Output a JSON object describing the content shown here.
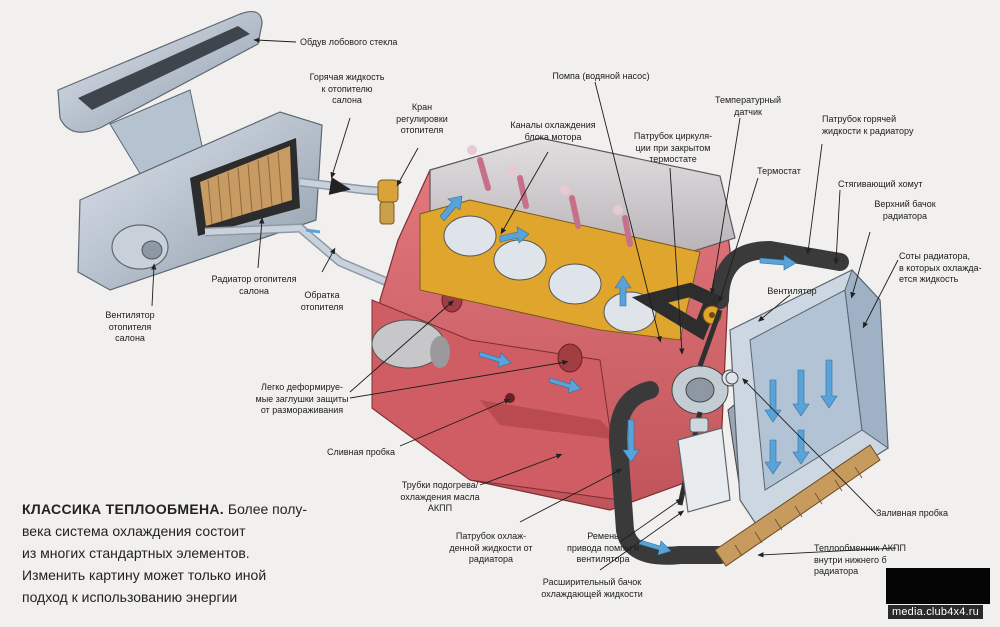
{
  "labels": {
    "windshield_vent": "Обдув лобового стекла",
    "hot_coolant_to_heater": "Горячая жидкость\nк отопителю\nсалона",
    "heater_valve": "Кран\nрегулировки\nотопителя",
    "block_channels": "Каналы охлаждения\nблока мотора",
    "water_pump": "Помпа (водяной насос)",
    "temp_sensor": "Температурный\nдатчик",
    "bypass_pipe": "Патрубок циркуля-\nции при закрытом\nтермостате",
    "thermostat": "Термостат",
    "hot_pipe_to_radiator": "Патрубок горячей\nжидкости к радиатору",
    "hose_clamp": "Стягивающий хомут",
    "upper_tank": "Верхний бачок\nрадиатора",
    "radiator_core": "Соты радиатора,\nв которых охлажда-\nется жидкость",
    "fan": "Вентилятор",
    "heater_radiator": "Радиатор отопителя\nсалона",
    "heater_return": "Обратка\nотопителя",
    "heater_fan": "Вентилятор\nотопителя\nсалона",
    "freeze_plugs": "Легко деформируе-\nмые заглушки защиты\nот размораживания",
    "drain_plug": "Сливная пробка",
    "transmission_oil_tubes": "Трубки подогрева/\nохлаждения масла\nАКПП",
    "cooled_coolant_pipe": "Патрубок охлаж-\nденной жидкости от\nрадиатора",
    "belt": "Ремень\nпривода помпы и\nвентилятора",
    "expansion_tank": "Расширительный бачок\nохлаждающей жидкости",
    "filler_cap": "Заливная пробка",
    "transmission_heat_exchanger": "Теплообменник АКПП\nвнутри нижнего б\nрадиатора"
  },
  "caption": {
    "title": "КЛАССИКА ТЕПЛООБМЕНА.",
    "text": " Более полу-\nвека система охлаждения состоит\nиз многих стандартных элементов.\nИзменить картину может только иной\nподход к использованию энергии"
  },
  "watermark": "media.club4x4.ru",
  "colors": {
    "engine_block": "#d9656a",
    "engine_dark": "#b84a50",
    "cylinder_head": "#c8c4c7",
    "gasket": "#e0a52c",
    "metal": "#a9b6c4",
    "coolant_arrow": "#5aa3d8",
    "hose": "#3a3a3a"
  }
}
